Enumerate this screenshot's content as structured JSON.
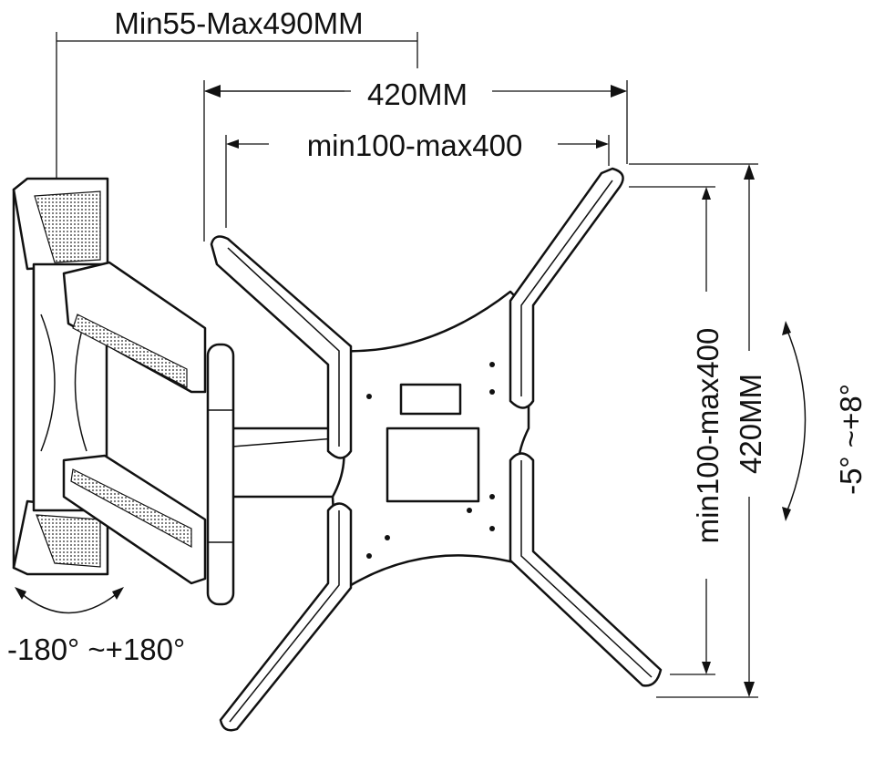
{
  "diagram": {
    "title": "TV wall mount dimensions",
    "labels": {
      "arm_extension": "Min55-Max490MM",
      "plate_width": "420MM",
      "vesa_horizontal": "min100-max400",
      "vesa_vertical": "min100-max400",
      "plate_height": "420MM",
      "tilt_range": "-5°  ~+8°",
      "swivel_range": "-180°  ~+180°"
    }
  }
}
